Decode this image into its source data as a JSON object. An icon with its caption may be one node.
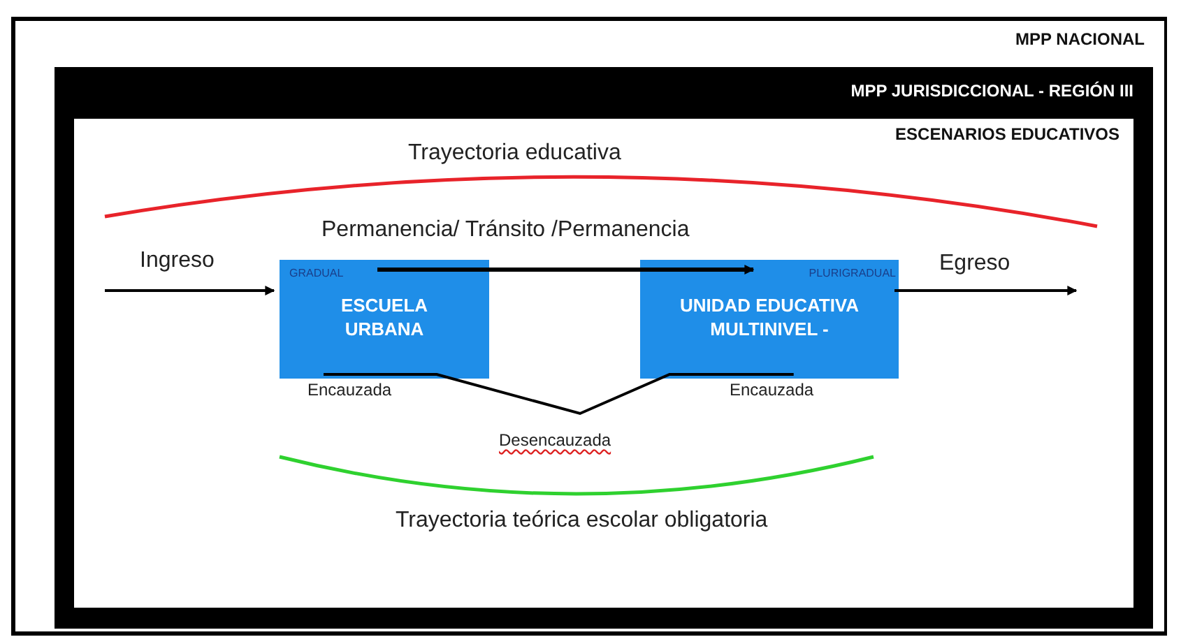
{
  "diagram": {
    "nodes": [
      {
        "text": [
          "MPP NACIONAL"
        ]
      },
      {
        "text": [
          "MPP JURISDICCIONAL - REGIÓN III"
        ],
        "in": 0
      },
      {
        "text": [
          "ESCENARIOS EDUCATIVOS"
        ],
        "in": 1
      },
      {
        "text": [
          "ESCUELA URBANA"
        ],
        "in": 2,
        "beside": [
          "Encauzada"
        ]
      },
      {
        "text": [
          "UNIDAD EDUCATIVA MULTINIVEL -"
        ],
        "in": 2,
        "beside": [
          "Encauzada"
        ]
      },
      {
        "text": [
          "GRADUAL"
        ],
        "in": 3
      },
      {
        "text": [
          "PLURIGRADUAL"
        ],
        "in": 4
      }
    ],
    "edges": [
      {
        "from": null,
        "to": 3,
        "arrow": "to",
        "label": "Ingreso"
      },
      {
        "from": 4,
        "to": null,
        "arrow": "to",
        "label": "Egreso"
      },
      {
        "from": 5,
        "to": 6,
        "arrow": "to"
      },
      {
        "from": 3,
        "to": 4,
        "arrow": "none",
        "label": "Desencauzada"
      }
    ],
    "labels": [
      "Trayectoria educativa",
      "Permanencia/ Tránsito /Permanencia",
      "Trayectoria teórica escolar obligatoria"
    ]
  }
}
